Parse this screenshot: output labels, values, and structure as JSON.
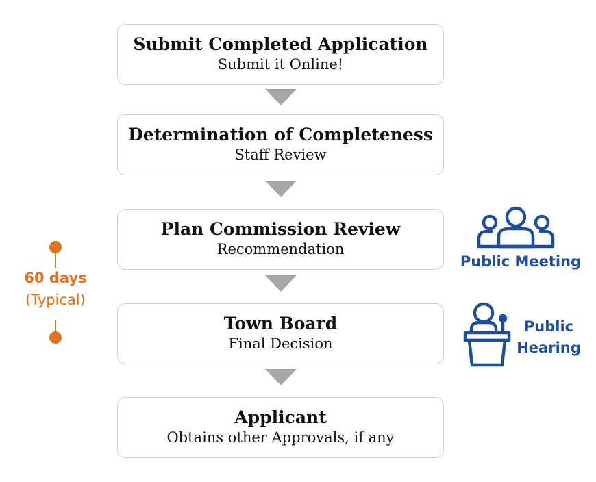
{
  "steps": [
    {
      "title": "Submit Completed Application",
      "subtitle": "Submit it Online!"
    },
    {
      "title": "Determination of Completeness",
      "subtitle": "Staff Review"
    },
    {
      "title": "Plan Commission Review",
      "subtitle": "Recommendation"
    },
    {
      "title": "Town Board",
      "subtitle": "Final Decision"
    },
    {
      "title": "Applicant",
      "subtitle": "Obtains other Approvals, if any"
    }
  ],
  "timeline": {
    "duration": "60 days",
    "qualifier": "(Typical)"
  },
  "public_meeting": {
    "label": "Public Meeting",
    "icon": "people-group-icon"
  },
  "public_hearing": {
    "label_line1": "Public",
    "label_line2": "Hearing",
    "icon": "podium-speaker-icon"
  },
  "colors": {
    "accent_orange": "#e07320",
    "accent_blue": "#1f4f9a",
    "arrow_gray": "#a6a6a6",
    "box_border": "#cfcfcf"
  }
}
